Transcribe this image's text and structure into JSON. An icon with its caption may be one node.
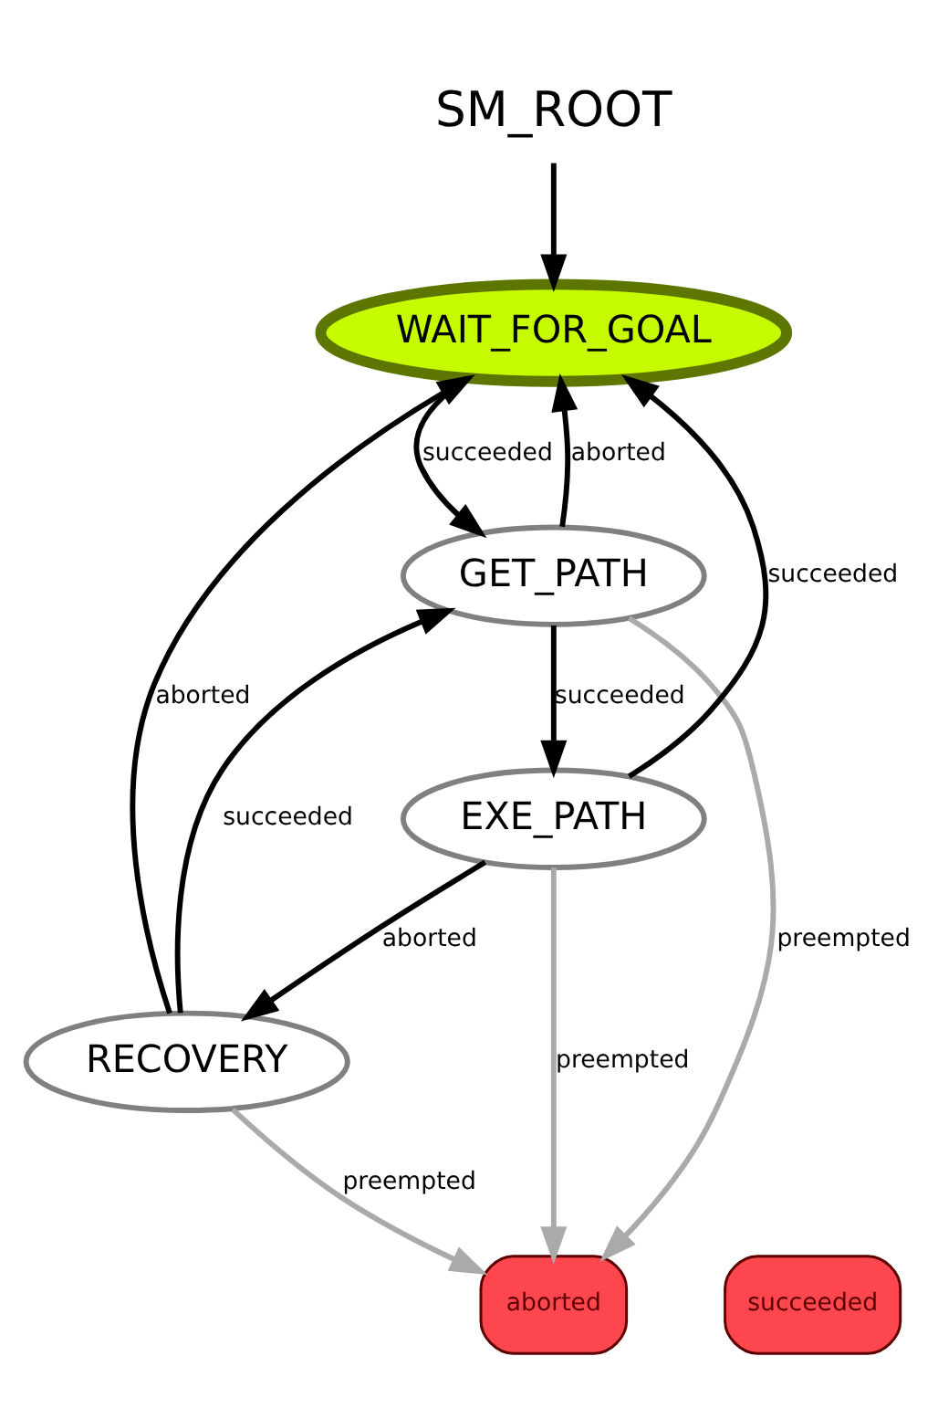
{
  "diagram": {
    "nodes": [
      {
        "text": [
          "SM_ROOT"
        ]
      },
      {
        "text": [
          "WAIT_FOR_GOAL"
        ]
      },
      {
        "text": [
          "GET_PATH"
        ]
      },
      {
        "text": [
          "EXE_PATH"
        ]
      },
      {
        "text": [
          "RECOVERY"
        ]
      },
      {
        "text": [
          "succeeded"
        ]
      },
      {
        "text": [
          "aborted"
        ]
      }
    ],
    "edges": [
      {
        "from": 0,
        "to": 1,
        "arrow": "to"
      },
      {
        "from": 1,
        "to": 2,
        "arrow": "to",
        "label": "succeeded"
      },
      {
        "from": 2,
        "to": 1,
        "arrow": "to",
        "label": "aborted"
      },
      {
        "from": 2,
        "to": 3,
        "arrow": "to",
        "label": "succeeded"
      },
      {
        "from": 3,
        "to": 1,
        "arrow": "to",
        "label": "succeeded"
      },
      {
        "from": 3,
        "to": 4,
        "arrow": "to",
        "label": "aborted"
      },
      {
        "from": 4,
        "to": 2,
        "arrow": "to",
        "label": "succeeded"
      },
      {
        "from": 4,
        "to": 1,
        "arrow": "to",
        "label": "aborted"
      },
      {
        "from": 2,
        "to": 6,
        "arrow": "to",
        "label": "preempted",
        "color": "#aaaaaa"
      },
      {
        "from": 3,
        "to": 6,
        "arrow": "to",
        "label": "preempted",
        "color": "#aaaaaa"
      },
      {
        "from": 4,
        "to": 6,
        "arrow": "to",
        "label": "preempted",
        "color": "#aaaaaa"
      }
    ]
  }
}
